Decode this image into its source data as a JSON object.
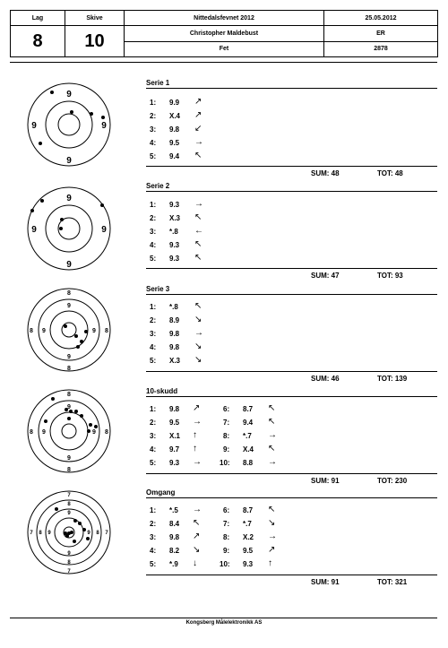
{
  "header": {
    "lag_label": "Lag",
    "skive_label": "Skive",
    "lag_value": "8",
    "skive_value": "10",
    "event": "Nittedalsfevnet 2012",
    "date": "25.05.2012",
    "name": "Christopher Maldebust",
    "class": "ER",
    "club": "Fet",
    "number": "2878"
  },
  "sections": [
    {
      "title": "Serie 1",
      "shots": [
        {
          "num": "1:",
          "score": "9.9",
          "arrow": "↗"
        },
        {
          "num": "2:",
          "score": "X.4",
          "arrow": "↗"
        },
        {
          "num": "3:",
          "score": "9.8",
          "arrow": "↙"
        },
        {
          "num": "4:",
          "score": "9.5",
          "arrow": "→"
        },
        {
          "num": "5:",
          "score": "9.4",
          "arrow": "↖"
        }
      ],
      "sum": "SUM: 48",
      "tot": "TOT: 48",
      "target_labels": {
        "top": "9",
        "bottom": "9",
        "left": "9",
        "right": "9"
      }
    },
    {
      "title": "Serie 2",
      "shots": [
        {
          "num": "1:",
          "score": "9.3",
          "arrow": "→"
        },
        {
          "num": "2:",
          "score": "X.3",
          "arrow": "↖"
        },
        {
          "num": "3:",
          "score": "*.8",
          "arrow": "←"
        },
        {
          "num": "4:",
          "score": "9.3",
          "arrow": "↖"
        },
        {
          "num": "5:",
          "score": "9.3",
          "arrow": "↖"
        }
      ],
      "sum": "SUM: 47",
      "tot": "TOT: 93",
      "target_labels": {
        "top": "9",
        "bottom": "9",
        "left": "9",
        "right": "9"
      }
    },
    {
      "title": "Serie 3",
      "shots": [
        {
          "num": "1:",
          "score": "*.8",
          "arrow": "↖"
        },
        {
          "num": "2:",
          "score": "8.9",
          "arrow": "↘"
        },
        {
          "num": "3:",
          "score": "9.8",
          "arrow": "→"
        },
        {
          "num": "4:",
          "score": "9.8",
          "arrow": "↘"
        },
        {
          "num": "5:",
          "score": "X.3",
          "arrow": "↘"
        }
      ],
      "sum": "SUM: 46",
      "tot": "TOT: 139",
      "target_labels": {
        "top": "8",
        "bottom": "8",
        "left": "8",
        "right": "8",
        "inner_top": "9",
        "inner_bottom": "9",
        "inner_left": "9",
        "inner_right": "9"
      }
    },
    {
      "title": "10-skudd",
      "shots": [
        {
          "num": "1:",
          "score": "9.8",
          "arrow": "↗"
        },
        {
          "num": "2:",
          "score": "9.5",
          "arrow": "→"
        },
        {
          "num": "3:",
          "score": "X.1",
          "arrow": "↑"
        },
        {
          "num": "4:",
          "score": "9.7",
          "arrow": "↑"
        },
        {
          "num": "5:",
          "score": "9.3",
          "arrow": "→"
        }
      ],
      "shots2": [
        {
          "num": "6:",
          "score": "8.7",
          "arrow": "↖"
        },
        {
          "num": "7:",
          "score": "9.4",
          "arrow": "↖"
        },
        {
          "num": "8:",
          "score": "*.7",
          "arrow": "→"
        },
        {
          "num": "9:",
          "score": "X.4",
          "arrow": "↖"
        },
        {
          "num": "10:",
          "score": "8.8",
          "arrow": "→"
        }
      ],
      "sum": "SUM: 91",
      "tot": "TOT: 230",
      "target_labels": {
        "top": "8",
        "bottom": "8",
        "left": "8",
        "right": "8",
        "inner_top": "9",
        "inner_bottom": "9",
        "inner_left": "9",
        "inner_right": "9"
      }
    },
    {
      "title": "Omgang",
      "shots": [
        {
          "num": "1:",
          "score": "*.5",
          "arrow": "→"
        },
        {
          "num": "2:",
          "score": "8.4",
          "arrow": "↖"
        },
        {
          "num": "3:",
          "score": "9.8",
          "arrow": "↗"
        },
        {
          "num": "4:",
          "score": "8.2",
          "arrow": "↘"
        },
        {
          "num": "5:",
          "score": "*.9",
          "arrow": "↓"
        }
      ],
      "shots2": [
        {
          "num": "6:",
          "score": "8.7",
          "arrow": "↖"
        },
        {
          "num": "7:",
          "score": "*.7",
          "arrow": "↘"
        },
        {
          "num": "8:",
          "score": "X.2",
          "arrow": "→"
        },
        {
          "num": "9:",
          "score": "9.5",
          "arrow": "↗"
        },
        {
          "num": "10:",
          "score": "9.3",
          "arrow": "↑"
        }
      ],
      "sum": "SUM: 91",
      "tot": "TOT: 321",
      "target_labels": {
        "top": "7",
        "bottom": "7",
        "left": "7",
        "right": "7",
        "ring8_top": "8",
        "ring8_bottom": "8",
        "ring8_left": "8",
        "ring8_right": "8",
        "inner_top": "9",
        "inner_bottom": "9",
        "inner_left": "9",
        "inner_right": "9"
      }
    }
  ],
  "footer": "Kongsberg Målelektronikk AS"
}
